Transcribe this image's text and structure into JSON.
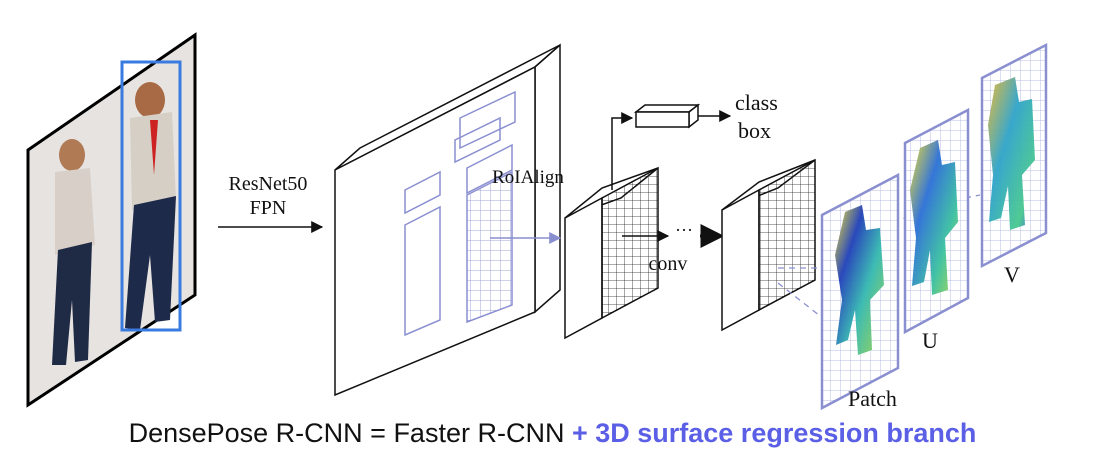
{
  "labels": {
    "backbone": "ResNet50",
    "backbone_sub": "FPN",
    "roialign": "RoIAlign",
    "class": "class",
    "box": "box",
    "conv": "conv",
    "ellipsis": "···",
    "patch": "Patch",
    "u": "U",
    "v": "V"
  },
  "caption": {
    "main": "DensePose R-CNN = Faster R-CNN",
    "highlight": "+ 3D surface regression branch"
  },
  "colors": {
    "accent": "#5b5fe6",
    "frame": "#8a8fd0",
    "line": "#111111"
  }
}
